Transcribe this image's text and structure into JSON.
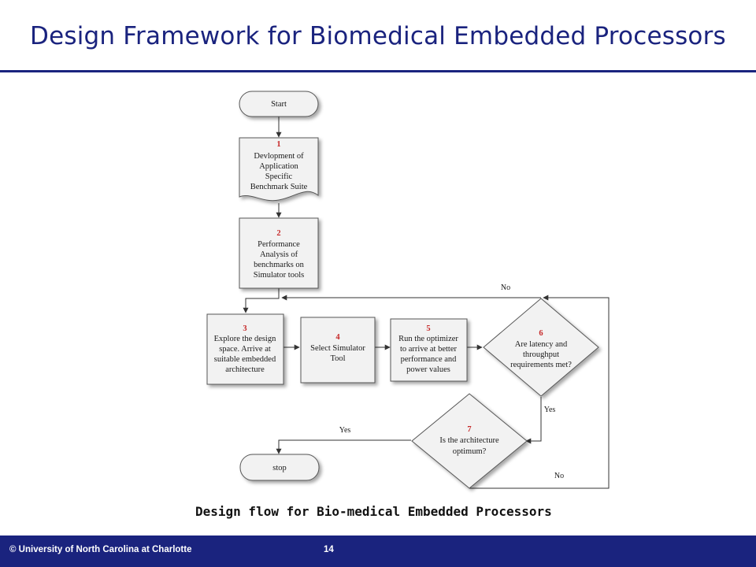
{
  "slide": {
    "title": "Design Framework for Biomedical Embedded Processors",
    "caption": "Design flow for Bio-medical Embedded Processors",
    "footer": {
      "copyright": "© University  of  North  Carolina at Charlotte",
      "page": "14"
    }
  },
  "flowchart": {
    "start": {
      "label": "Start"
    },
    "steps": [
      {
        "num": "1",
        "lines": [
          "Devlopment of",
          "Application",
          "Specific",
          "Benchmark Suite"
        ]
      },
      {
        "num": "2",
        "lines": [
          "Performance",
          "Analysis of",
          "benchmarks on",
          "Simulator tools"
        ]
      },
      {
        "num": "3",
        "lines": [
          "Explore the design",
          "space. Arrive at",
          "suitable embedded",
          "architecture"
        ]
      },
      {
        "num": "4",
        "lines": [
          "Select Simulator",
          "Tool"
        ]
      },
      {
        "num": "5",
        "lines": [
          "Run the optimizer",
          "to arrive at better",
          "performance and",
          "power values"
        ]
      }
    ],
    "decisions": [
      {
        "num": "6",
        "lines": [
          "Are latency and",
          "throughput",
          "requirements met?"
        ]
      },
      {
        "num": "7",
        "lines": [
          "Is the architecture",
          "optimum?"
        ]
      }
    ],
    "end": {
      "label": "stop"
    },
    "edge_labels": {
      "top_no": "No",
      "d6_yes": "Yes",
      "d7_yes": "Yes",
      "d7_no": "No"
    }
  },
  "colors": {
    "title": "#1a237e",
    "footer_bg": "#1a237e",
    "step_number": "#c62828",
    "box_fill": "#f2f2f2"
  }
}
